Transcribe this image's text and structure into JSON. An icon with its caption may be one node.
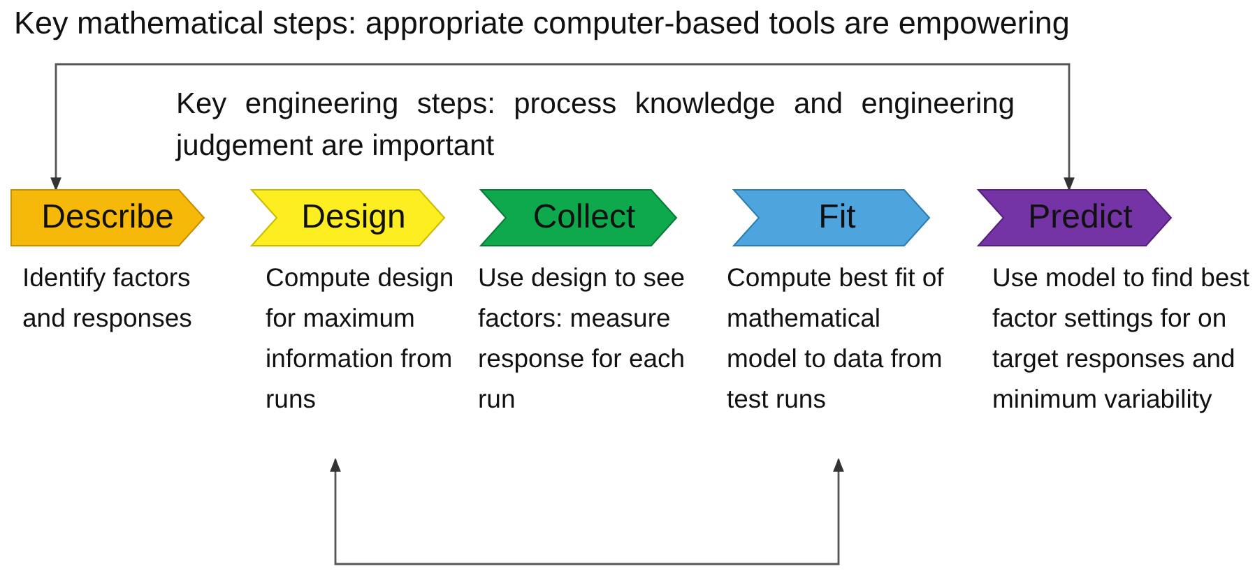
{
  "diagram": {
    "title": "Key mathematical steps: appropriate computer-based tools are empowering",
    "nodes": [
      {
        "text": [
          "Describe"
        ]
      },
      {
        "text": [
          "Design"
        ]
      },
      {
        "text": [
          "Collect"
        ]
      },
      {
        "text": [
          "Fit"
        ]
      },
      {
        "text": [
          "Predict"
        ]
      },
      {
        "text": [
          "Identify factors and responses"
        ]
      },
      {
        "text": [
          "Compute design for maximum information from runs"
        ]
      },
      {
        "text": [
          "Use design to see factors: measure response for each run"
        ]
      },
      {
        "text": [
          "Compute best fit of mathematical model to data from test runs"
        ]
      },
      {
        "text": [
          "Use model to find best factor settings for on target responses and minimum variability"
        ]
      }
    ],
    "edges": [
      {
        "from": 0,
        "to": 4,
        "arrow": "both"
      },
      {
        "from": 6,
        "to": 8,
        "arrow": "both"
      }
    ],
    "labels": [
      "Key engineering steps: process knowledge and engineering judgement are important"
    ]
  }
}
